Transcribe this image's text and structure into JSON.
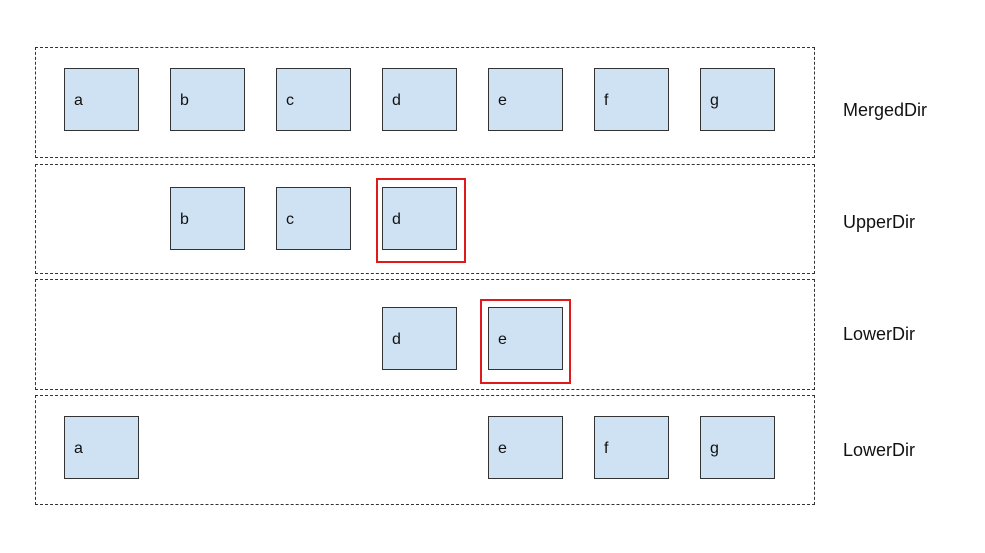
{
  "layers": [
    {
      "label": "MergedDir",
      "files": [
        "a",
        "b",
        "c",
        "d",
        "e",
        "f",
        "g"
      ]
    },
    {
      "label": "UpperDir",
      "files": [
        "b",
        "c",
        "d"
      ],
      "highlighted": "d"
    },
    {
      "label": "LowerDir",
      "files": [
        "d",
        "e"
      ],
      "highlighted": "e"
    },
    {
      "label": "LowerDir",
      "files": [
        "a",
        "e",
        "f",
        "g"
      ]
    }
  ],
  "colors": {
    "file_fill": "#cfe2f3",
    "highlight": "#e0191b",
    "border": "#333333"
  }
}
